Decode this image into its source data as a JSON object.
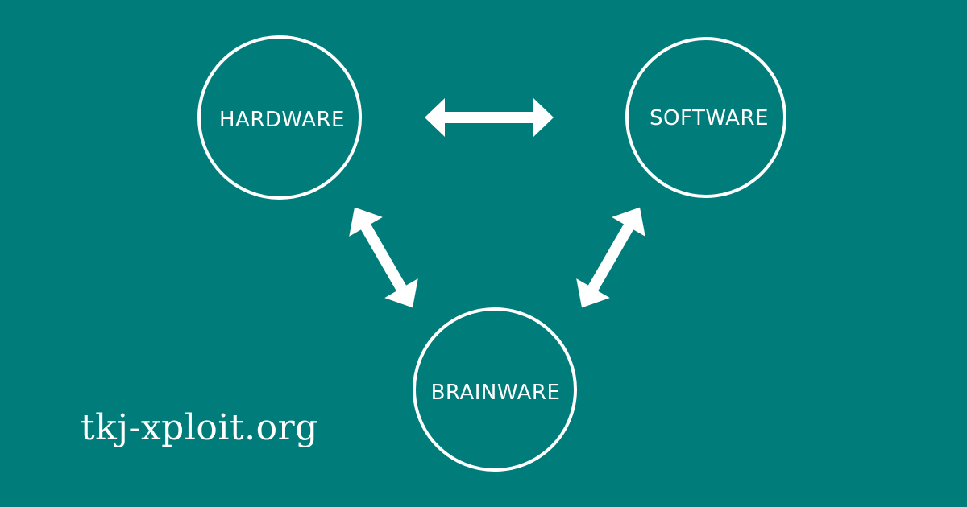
{
  "colors": {
    "background": "#007d7b",
    "foreground": "#ffffff"
  },
  "nodes": {
    "hardware": {
      "label": "HARDWARE"
    },
    "software": {
      "label": "SOFTWARE"
    },
    "brainware": {
      "label": "BRAINWARE"
    }
  },
  "edges": [
    {
      "from": "hardware",
      "to": "software",
      "type": "bidirectional"
    },
    {
      "from": "hardware",
      "to": "brainware",
      "type": "bidirectional"
    },
    {
      "from": "software",
      "to": "brainware",
      "type": "bidirectional"
    }
  ],
  "watermark": "tkj-xploit.org"
}
